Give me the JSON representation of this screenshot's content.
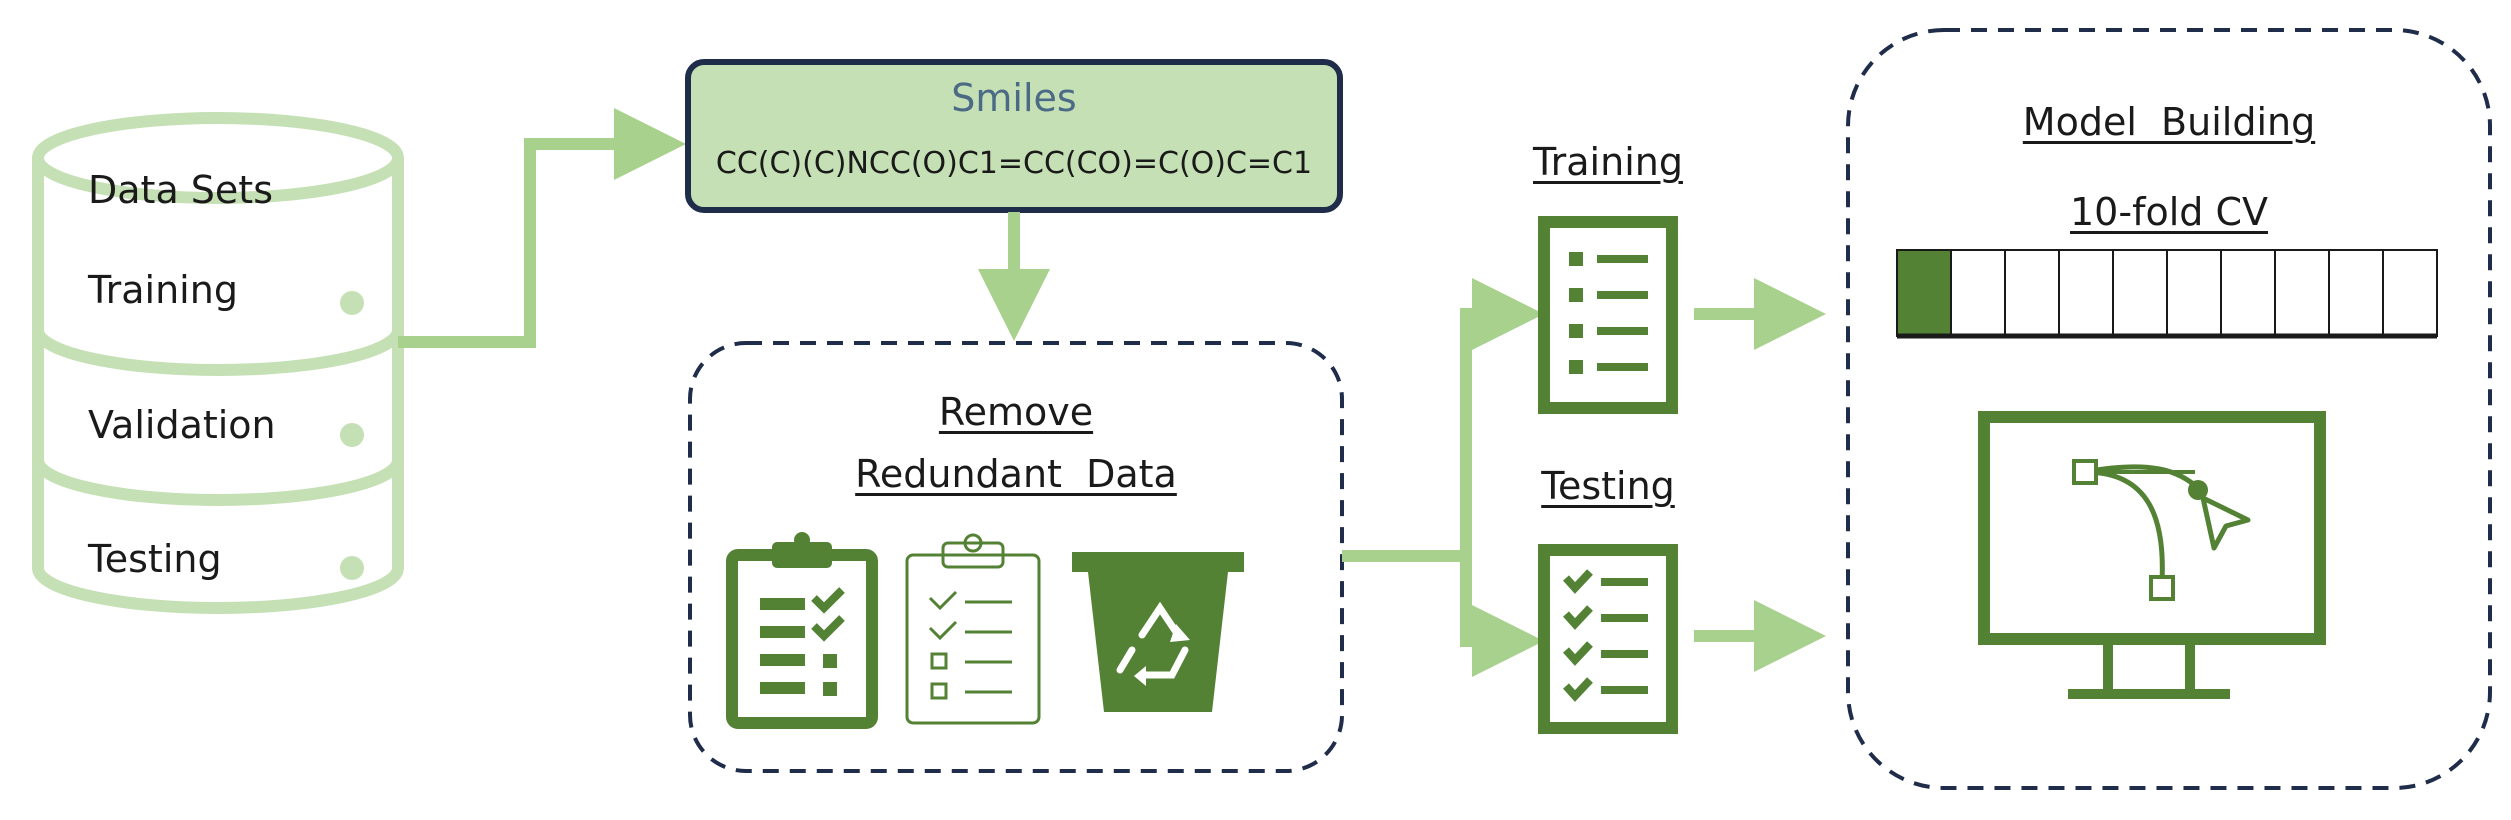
{
  "database": {
    "items": [
      "Data Sets",
      "Training",
      "Validation",
      "Testing"
    ]
  },
  "smiles": {
    "title": "Smiles",
    "code": "CC(C)(C)NCC(O)C1=CC(CO)=C(O)C=C1"
  },
  "remove": {
    "title_line1": "Remove",
    "title_line2": "Redundant  Data"
  },
  "training": {
    "label": "Training"
  },
  "testing": {
    "label": "Testing"
  },
  "model": {
    "title": "Model  Building",
    "cv_label": "10-fold CV",
    "fold_count": 10,
    "active_fold": 1
  },
  "colors": {
    "arrow_green": "#a9d18e",
    "db_green": "#c5e0b4",
    "icon_green": "#548235",
    "smiles_fill": "#c5e0b4",
    "dashed_border": "#1f2d4a"
  },
  "icons": [
    "database-icon",
    "clipboard-checklist-icon",
    "clipboard-checklist-outline-icon",
    "recycle-bin-icon",
    "list-document-icon",
    "checklist-document-icon",
    "monitor-bezier-icon"
  ]
}
